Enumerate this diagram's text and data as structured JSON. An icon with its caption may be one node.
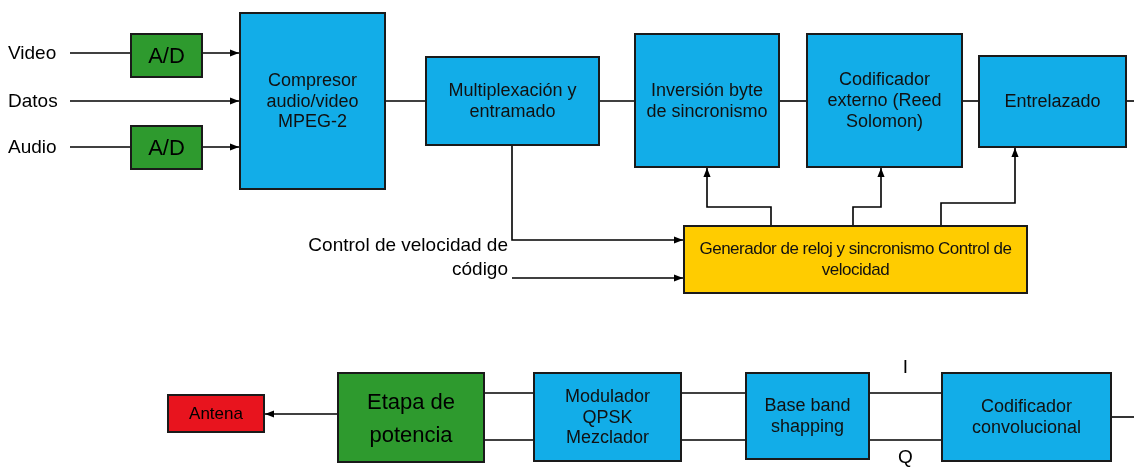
{
  "diagram": {
    "nodes": [
      {
        "text": [
          "Video"
        ]
      },
      {
        "text": [
          "Datos"
        ]
      },
      {
        "text": [
          "Audio"
        ]
      },
      {
        "text": [
          "A/D"
        ]
      },
      {
        "text": [
          "A/D"
        ]
      },
      {
        "text": [
          "Compresor audio/video MPEG-2"
        ]
      },
      {
        "text": [
          "Multiplexación y entramado"
        ]
      },
      {
        "text": [
          "Inversión byte de sincronismo"
        ]
      },
      {
        "text": [
          "Codificador externo (Reed Solomon)"
        ]
      },
      {
        "text": [
          "Entrelazado"
        ]
      },
      {
        "text": [
          "Control de velocidad de código"
        ]
      },
      {
        "text": [
          "Generador de reloj y sincronismo Control de velocidad"
        ]
      },
      {
        "text": [
          "Antena"
        ]
      },
      {
        "text": [
          "Etapa de potencia"
        ]
      },
      {
        "text": [
          "Modulador QPSK Mezclador"
        ]
      },
      {
        "text": [
          "Base band shapping"
        ]
      },
      {
        "text": [
          "Codificador convolucional"
        ]
      }
    ],
    "edges": [
      {
        "from": 0,
        "to": 3,
        "arrow": "none"
      },
      {
        "from": 3,
        "to": 5,
        "arrow": "to"
      },
      {
        "from": 1,
        "to": 5,
        "arrow": "to"
      },
      {
        "from": 2,
        "to": 4,
        "arrow": "none"
      },
      {
        "from": 4,
        "to": 5,
        "arrow": "to"
      },
      {
        "from": 5,
        "to": 6,
        "arrow": "none"
      },
      {
        "from": 6,
        "to": 7,
        "arrow": "none"
      },
      {
        "from": 7,
        "to": 8,
        "arrow": "none"
      },
      {
        "from": 8,
        "to": 9,
        "arrow": "none"
      },
      {
        "from": 9,
        "to": null,
        "arrow": "none"
      },
      {
        "from": 6,
        "to": 11,
        "arrow": "to"
      },
      {
        "from": 10,
        "to": 11,
        "arrow": "to"
      },
      {
        "from": 11,
        "to": 7,
        "arrow": "to"
      },
      {
        "from": 11,
        "to": 8,
        "arrow": "to"
      },
      {
        "from": 11,
        "to": 9,
        "arrow": "to"
      },
      {
        "from": null,
        "to": 16,
        "arrow": "none"
      },
      {
        "from": 16,
        "to": 15,
        "arrow": "none",
        "label": "I"
      },
      {
        "from": 16,
        "to": 15,
        "arrow": "none",
        "label": "Q"
      },
      {
        "from": 15,
        "to": 14,
        "arrow": "none"
      },
      {
        "from": 15,
        "to": 14,
        "arrow": "none"
      },
      {
        "from": 14,
        "to": 13,
        "arrow": "none"
      },
      {
        "from": 14,
        "to": 13,
        "arrow": "none"
      },
      {
        "from": 13,
        "to": 12,
        "arrow": "to"
      }
    ]
  }
}
